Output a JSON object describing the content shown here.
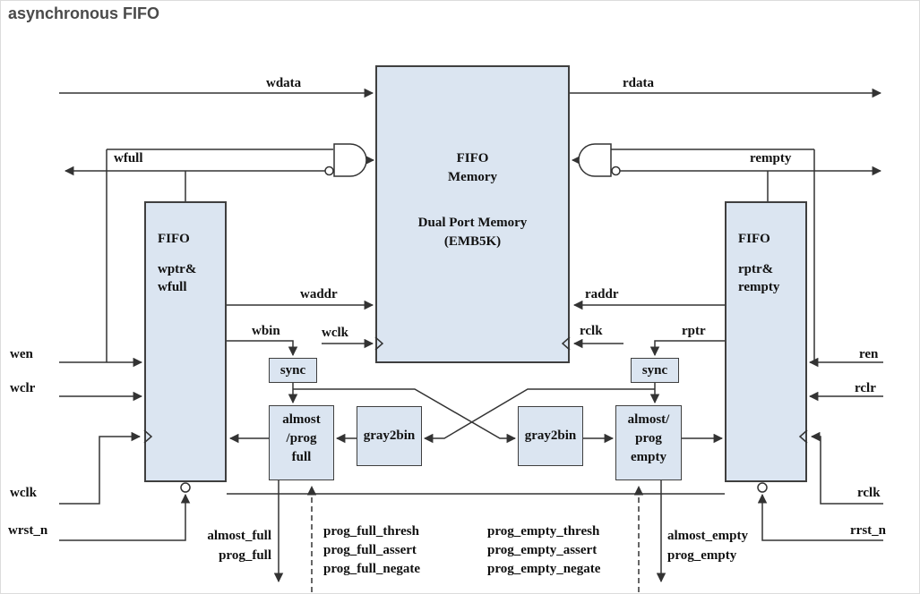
{
  "title": "asynchronous FIFO",
  "colors": {
    "block_fill": "#dbe5f1",
    "block_border": "#3f3f3f",
    "wire": "#333333",
    "text": "#111111",
    "title_text": "#4a4a4a"
  },
  "blocks": {
    "memory": {
      "line1": "FIFO",
      "line2": "Memory",
      "line3": "Dual Port Memory",
      "line4": "(EMB5K)"
    },
    "write_pointer": {
      "line1": "FIFO",
      "line2": "wptr&",
      "line3": "wfull"
    },
    "read_pointer": {
      "line1": "FIFO",
      "line2": "rptr&",
      "line3": "rempty"
    },
    "sync_left": "sync",
    "sync_right": "sync",
    "almost_prog_full": {
      "line1": "almost",
      "line2": "/prog",
      "line3": "full"
    },
    "gray2bin_left": "gray2bin",
    "gray2bin_right": "gray2bin",
    "almost_prog_empty": {
      "line1": "almost/",
      "line2": "prog",
      "line3": "empty"
    }
  },
  "signals": {
    "wdata": "wdata",
    "rdata": "rdata",
    "wfull": "wfull",
    "rempty": "rempty",
    "waddr": "waddr",
    "raddr": "raddr",
    "wbin": "wbin",
    "rptr": "rptr",
    "wclk_mem": "wclk",
    "rclk_mem": "rclk",
    "wen": "wen",
    "wclr": "wclr",
    "wclk": "wclk",
    "wrst_n": "wrst_n",
    "ren": "ren",
    "rclr": "rclr",
    "rclk": "rclk",
    "rrst_n": "rrst_n",
    "almost_full": "almost_full",
    "prog_full": "prog_full",
    "prog_full_thresh": "prog_full_thresh",
    "prog_full_assert": "prog_full_assert",
    "prog_full_negate": "prog_full_negate",
    "prog_empty_thresh": "prog_empty_thresh",
    "prog_empty_assert": "prog_empty_assert",
    "prog_empty_negate": "prog_empty_negate",
    "almost_empty": "almost_empty",
    "prog_empty": "prog_empty"
  }
}
